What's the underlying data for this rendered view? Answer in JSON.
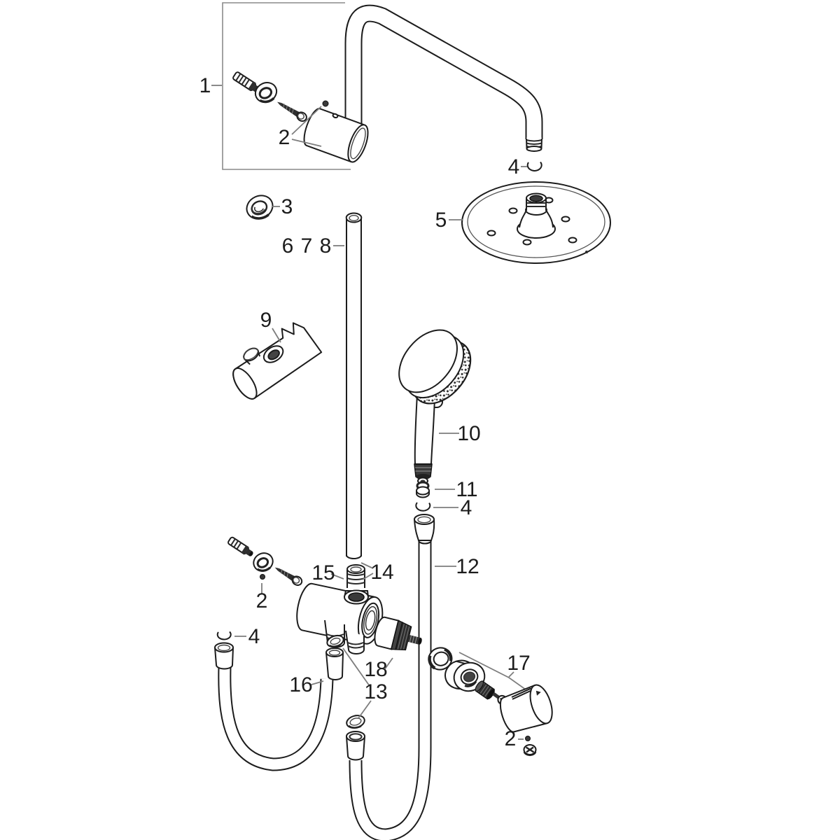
{
  "colors": {
    "background": "#ffffff",
    "line": "#1c1c1c",
    "leader": "#7d7d7d",
    "text": "#1c1c1c"
  },
  "callouts": {
    "item_1": "1",
    "item_2_wall_top": "2",
    "item_3": "3",
    "item_4_arm": "4",
    "item_5": "5",
    "item_6": "6",
    "item_7": "7",
    "item_8": "8",
    "item_9": "9",
    "item_10": "10",
    "item_11": "11",
    "item_4_handshower": "4",
    "item_12": "12",
    "item_15": "15",
    "item_14": "14",
    "item_2_wall_bottom": "2",
    "item_4_hose": "4",
    "item_16": "16",
    "item_18": "18",
    "item_13": "13",
    "item_17": "17",
    "item_2_handle": "2"
  }
}
